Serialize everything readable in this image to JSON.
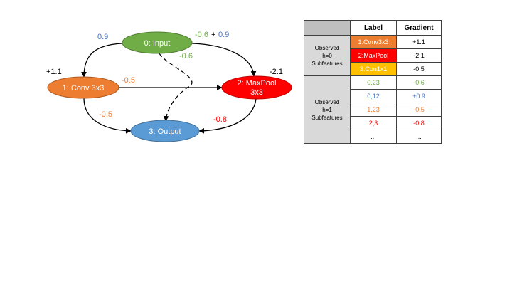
{
  "colors": {
    "green": "#70ad47",
    "orange": "#ed7d31",
    "red": "#ff0000",
    "blue": "#5b9bd5",
    "yellow": "#ffc000",
    "blue_text": "#4472c4",
    "green_text": "#70ad47",
    "orange_text": "#ed7d31",
    "red_text": "#ff0000"
  },
  "graph": {
    "nodes": {
      "input": "0: Input",
      "conv": "1: Conv 3x3",
      "maxpool_line1": "2: MaxPool",
      "maxpool_line2": "3x3",
      "output": "3: Output"
    },
    "labels": {
      "input_to_conv": "0.9",
      "input_to_maxpool_green": "-0.6",
      "input_to_maxpool_plus": "+",
      "input_to_maxpool_blue": "0.9",
      "input_to_output": "-0.6",
      "conv_score": "+1.1",
      "conv_to_maxpool": "-0.5",
      "maxpool_score": "-2.1",
      "conv_to_output": "-0.5",
      "maxpool_to_output": "-0.8"
    }
  },
  "table": {
    "headers": {
      "label": "Label",
      "gradient": "Gradient"
    },
    "groups": [
      {
        "title": [
          "Observed",
          "h=0",
          "Subfeatures"
        ],
        "rows": [
          {
            "label": "1:Conv3x3",
            "gradient": "+1.1",
            "bg": "#ed7d31",
            "label_color": "#ffffff",
            "grad_color": "#000000"
          },
          {
            "label": "2:MaxPool",
            "gradient": "-2.1",
            "bg": "#ff0000",
            "label_color": "#ffffff",
            "grad_color": "#000000"
          },
          {
            "label": "3:Con1x1",
            "gradient": "-0.5",
            "bg": "#ffc000",
            "label_color": "#ffffff",
            "grad_color": "#000000"
          }
        ]
      },
      {
        "title": [
          "Observed",
          "h=1",
          "Subfeatures"
        ],
        "rows": [
          {
            "label": "0,23",
            "gradient": "-0.6",
            "bg": "#ffffff",
            "label_color": "#70ad47",
            "grad_color": "#70ad47"
          },
          {
            "label": "0,12",
            "gradient": "+0.9",
            "bg": "#ffffff",
            "label_color": "#4472c4",
            "grad_color": "#4472c4"
          },
          {
            "label": "1,23",
            "gradient": "-0.5",
            "bg": "#ffffff",
            "label_color": "#ed7d31",
            "grad_color": "#ed7d31"
          },
          {
            "label": "2,3",
            "gradient": "-0.8",
            "bg": "#ffffff",
            "label_color": "#ff0000",
            "grad_color": "#ff0000"
          },
          {
            "label": "...",
            "gradient": "...",
            "bg": "#ffffff",
            "label_color": "#000000",
            "grad_color": "#000000"
          }
        ]
      }
    ]
  }
}
